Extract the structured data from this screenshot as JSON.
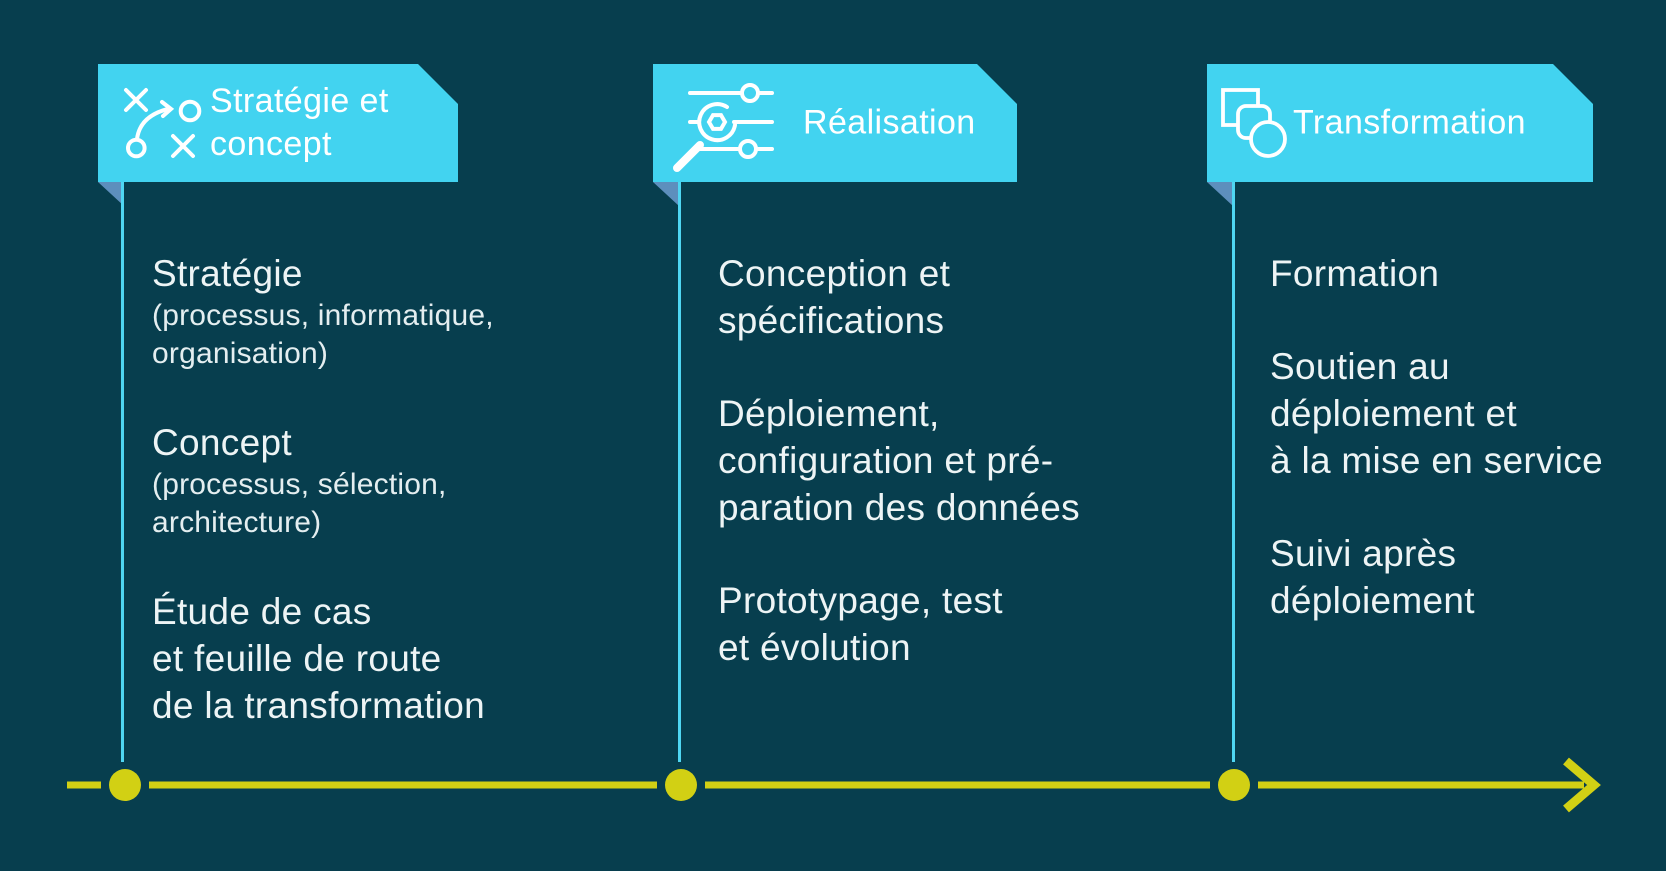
{
  "colors": {
    "background": "#073e4e",
    "tab_fill": "#42d3f0",
    "fold": "#5d8fbd",
    "connector_line": "#4fd6f2",
    "timeline_yellow": "#d2d014",
    "body_text": "#edf4f5",
    "tab_text": "#ffffff"
  },
  "columns": [
    {
      "tab": {
        "label": "Stratégie et\nconcept",
        "icon": "strategy-icon"
      },
      "items": [
        {
          "title": "Stratégie",
          "detail": "(processus, informatique,\norganisation)"
        },
        {
          "title": "Concept",
          "detail": "(processus, sélection,\narchitecture)"
        },
        {
          "title": "Étude de cas\net feuille de route\nde la transformation"
        }
      ]
    },
    {
      "tab": {
        "label": "Réalisation",
        "icon": "sliders-wrench-icon"
      },
      "items": [
        {
          "title": "Conception et\nspécifications"
        },
        {
          "title": "Déploiement,\nconfiguration et pré-\nparation des données"
        },
        {
          "title": "Prototypage, test\net évolution"
        }
      ]
    },
    {
      "tab": {
        "label": "Transformation",
        "icon": "shapes-icon"
      },
      "items": [
        {
          "title": "Formation"
        },
        {
          "title": "Soutien au\ndéploiement et\nà la mise en service"
        },
        {
          "title": "Suivi après\ndéploiement"
        }
      ]
    }
  ],
  "timeline": {
    "node_count": 3,
    "direction": "left-to-right"
  }
}
